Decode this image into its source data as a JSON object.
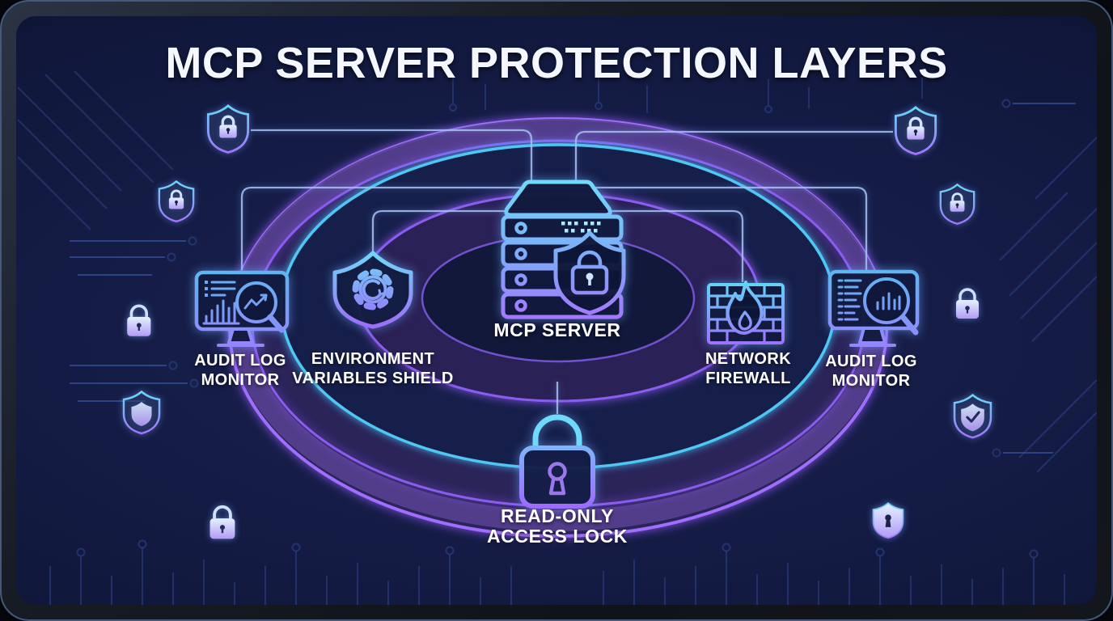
{
  "title": "MCP SERVER PROTECTION LAYERS",
  "colors": {
    "accent_cyan": "#4fc7f4",
    "accent_purple": "#8a5cf0",
    "background_navy": "#101838",
    "text": "#ffffff"
  },
  "diagram": {
    "center": {
      "label": "MCP SERVER"
    },
    "nodes": [
      {
        "id": "audit-log-monitor-left",
        "line1": "AUDIT LOG",
        "line2": "MONITOR"
      },
      {
        "id": "environment-variables-shield",
        "line1": "ENVIRONMENT",
        "line2": "VARIABLES SHIELD"
      },
      {
        "id": "network-firewall",
        "line1": "NETWORK",
        "line2": "FIREWALL"
      },
      {
        "id": "audit-log-monitor-right",
        "line1": "AUDIT LOG",
        "line2": "MONITOR"
      },
      {
        "id": "read-only-access-lock",
        "line1": "READ-ONLY",
        "line2": "ACCESS LOCK"
      }
    ]
  }
}
